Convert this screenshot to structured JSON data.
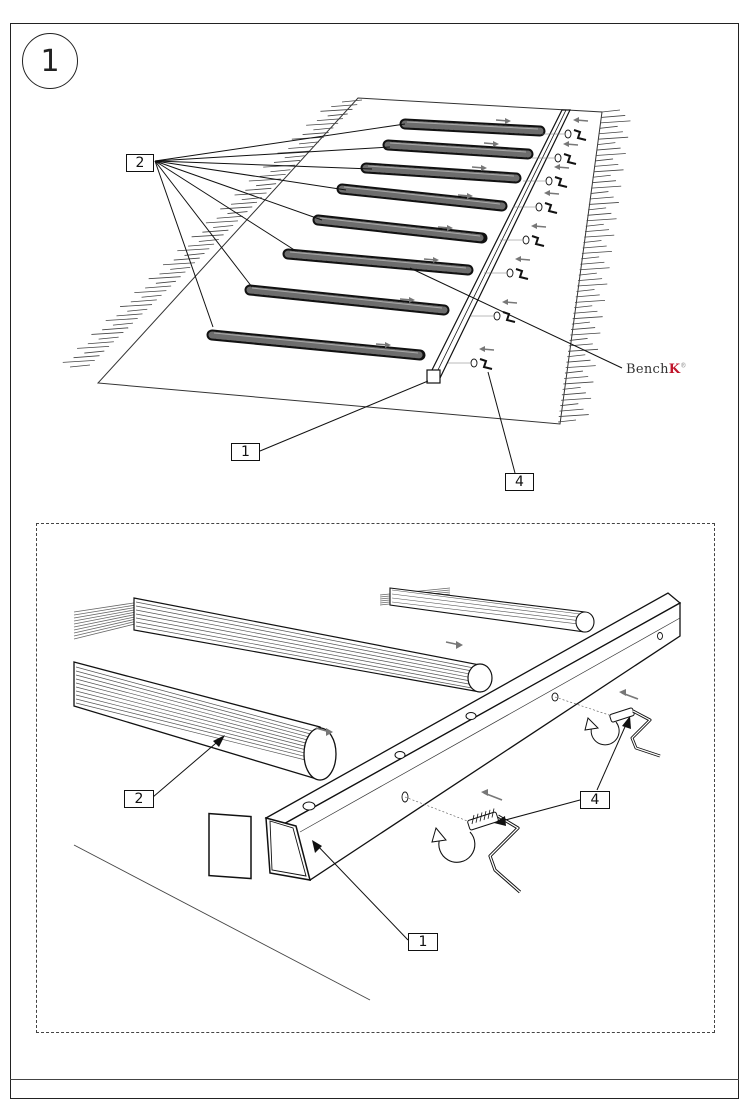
{
  "step": {
    "number": "1"
  },
  "overview": {
    "callouts": {
      "frame_rail": "1",
      "slats": "2",
      "bolts": "4"
    },
    "brand": {
      "text_main": "Bench",
      "text_accent": "K",
      "mark": "®"
    }
  },
  "detail": {
    "callouts": {
      "frame_rail": "1",
      "slat": "2",
      "bolt": "4"
    }
  },
  "colors": {
    "line": "#111111",
    "slat_fill": "#3a3a3a",
    "brand_accent": "#c0152b",
    "arrow": "#777777"
  },
  "icons": [
    "allen-key-icon",
    "rotate-arrow-icon",
    "direction-arrow-icon"
  ]
}
